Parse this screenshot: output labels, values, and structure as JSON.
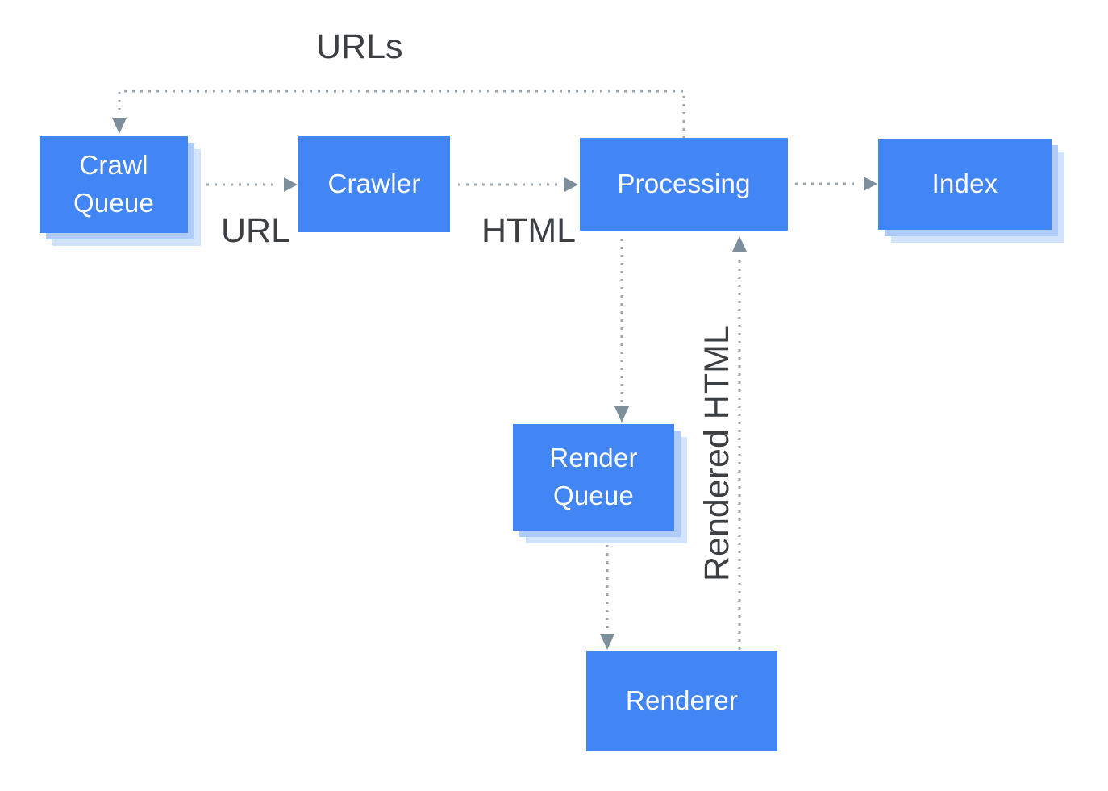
{
  "diagram": {
    "description": "Crawl, render and index pipeline flow diagram",
    "nodes": [
      {
        "id": "crawl-queue",
        "label": "Crawl Queue",
        "shape": "stacked-box"
      },
      {
        "id": "crawler",
        "label": "Crawler",
        "shape": "box"
      },
      {
        "id": "processing",
        "label": "Processing",
        "shape": "box"
      },
      {
        "id": "index",
        "label": "Index",
        "shape": "stacked-box"
      },
      {
        "id": "render-queue",
        "label": "Render Queue",
        "shape": "stacked-box"
      },
      {
        "id": "renderer",
        "label": "Renderer",
        "shape": "box"
      }
    ],
    "edges": [
      {
        "from": "crawl-queue",
        "to": "crawler",
        "label": "URL",
        "style": "dotted"
      },
      {
        "from": "crawler",
        "to": "processing",
        "label": "HTML",
        "style": "dotted"
      },
      {
        "from": "processing",
        "to": "index",
        "label": "",
        "style": "dotted"
      },
      {
        "from": "processing",
        "to": "crawl-queue",
        "label": "URLs",
        "style": "dotted"
      },
      {
        "from": "processing",
        "to": "render-queue",
        "label": "",
        "style": "dotted"
      },
      {
        "from": "render-queue",
        "to": "renderer",
        "label": "",
        "style": "dotted"
      },
      {
        "from": "renderer",
        "to": "processing",
        "label": "Rendered HTML",
        "style": "dotted"
      }
    ],
    "colors": {
      "node_fill": "#4285f4",
      "node_text": "#ffffff",
      "stack_shadow_inner": "#aecbfa",
      "stack_shadow_outer": "#d2e3fc",
      "connector_dot": "#9aa7b0",
      "arrowhead": "#7e8f9c",
      "label_text": "#3c4043",
      "background": "#ffffff"
    }
  }
}
